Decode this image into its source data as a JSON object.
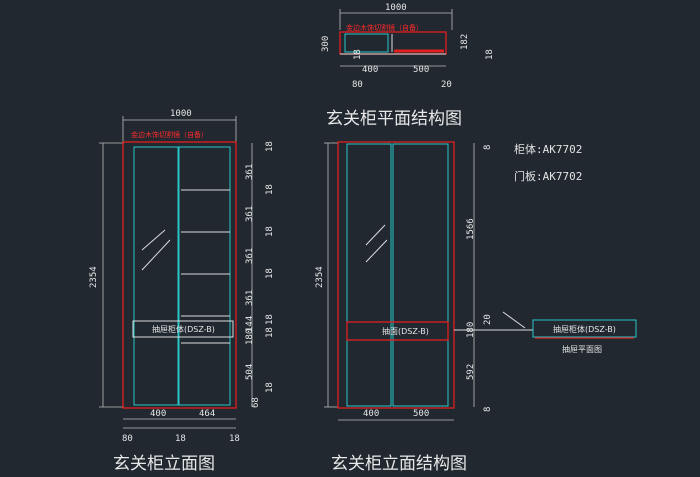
{
  "titles": {
    "plan": "玄关柜平面结构图",
    "elevation": "玄关柜立面图",
    "elevation_structure": "玄关柜立面结构图",
    "drawer_plan": "抽屉平面图"
  },
  "notes": {
    "body": "柜体:AK7702",
    "door": "门板:AK7702"
  },
  "annotations": {
    "edge_band": "金边木饰切割镜（自备）",
    "drawer_cabinet": "抽屉柜体(DSZ-B)",
    "drawer_face": "抽面(DSZ-B)",
    "drawer_cabinet_plan": "抽屉柜体(DSZ-B)"
  },
  "plan_dims": {
    "width": "1000",
    "depth_left": "300",
    "depth_right": "182",
    "right_small": "18",
    "left_small": "18",
    "segment_left": "400",
    "segment_right": "500",
    "bottom_left": "80",
    "bottom_right": "20"
  },
  "elev_dims": {
    "width": "1000",
    "height": "2354",
    "left_door": "400",
    "right_section": "464",
    "bottom_1": "80",
    "bottom_2": "18",
    "bottom_3": "18",
    "right": [
      "18",
      "361",
      "18",
      "361",
      "18",
      "361",
      "18",
      "361",
      "18",
      "144",
      "18",
      "180",
      "504",
      "18",
      "68"
    ]
  },
  "struct_dims": {
    "height": "2354",
    "left_door": "400",
    "right_door": "500",
    "top": "8",
    "upper": "1566",
    "mid": "20",
    "drawer": "180",
    "lower": "592",
    "bottom": "8"
  }
}
